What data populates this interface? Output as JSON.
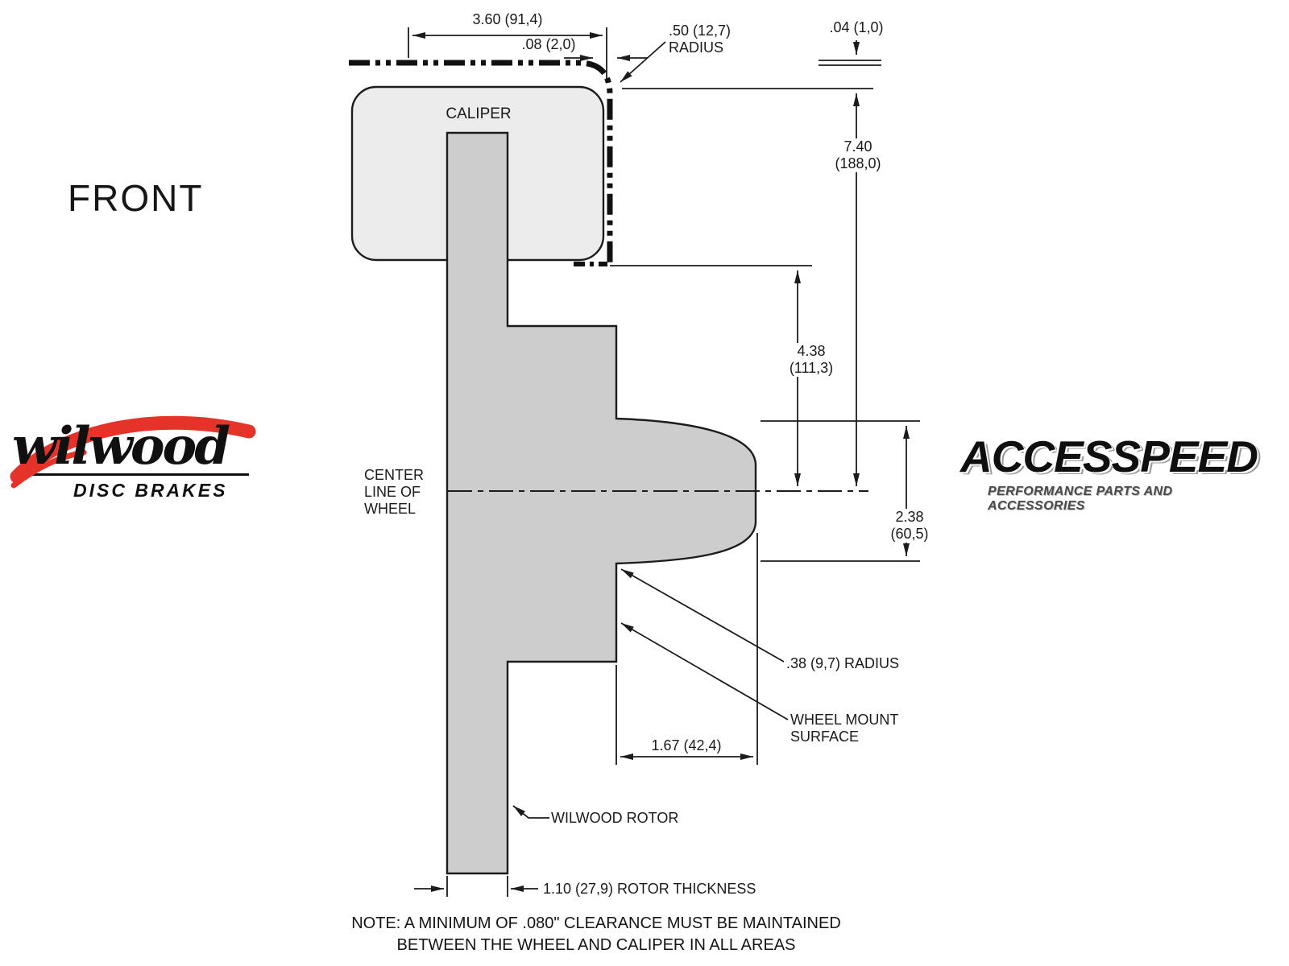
{
  "front_label": "FRONT",
  "logos": {
    "wilwood_name": "wilwood",
    "wilwood_sub": "DISC BRAKES",
    "accesspeed_name": "ACCESSPEED",
    "accesspeed_sub": "PERFORMANCE PARTS AND ACCESSORIES"
  },
  "drawing": {
    "caliper_label": "CALIPER",
    "centerline": {
      "line1": "CENTER",
      "line2": "LINE OF",
      "line3": "WHEEL"
    },
    "rotor_label": "WILWOOD ROTOR",
    "dimensions": {
      "width_3_60": "3.60 (91,4)",
      "gap_0_08": ".08 (2,0)",
      "radius_0_50_line1": ".50 (12,7)",
      "radius_0_50_line2": "RADIUS",
      "gap_0_04": ".04 (1,0)",
      "height_7_40_in": "7.40",
      "height_7_40_mm": "(188,0)",
      "height_4_38_in": "4.38",
      "height_4_38_mm": "(111,3)",
      "height_2_38_in": "2.38",
      "height_2_38_mm": "(60,5)",
      "radius_0_38": ".38 (9,7) RADIUS",
      "wheel_mount_line1": "WHEEL MOUNT",
      "wheel_mount_line2": "SURFACE",
      "depth_1_67": "1.67 (42,4)",
      "rotor_thickness_1_10": "1.10 (27,9) ROTOR THICKNESS"
    }
  },
  "note": {
    "line1": "NOTE: A MINIMUM OF .080\" CLEARANCE MUST BE MAINTAINED",
    "line2": "BETWEEN THE WHEEL AND CALIPER IN ALL AREAS"
  },
  "colors": {
    "line": "#1c1c1c",
    "rotor_fill": "#cdcdcd",
    "caliper_fill": "#ececec",
    "wilwood_red": "#e63329"
  }
}
